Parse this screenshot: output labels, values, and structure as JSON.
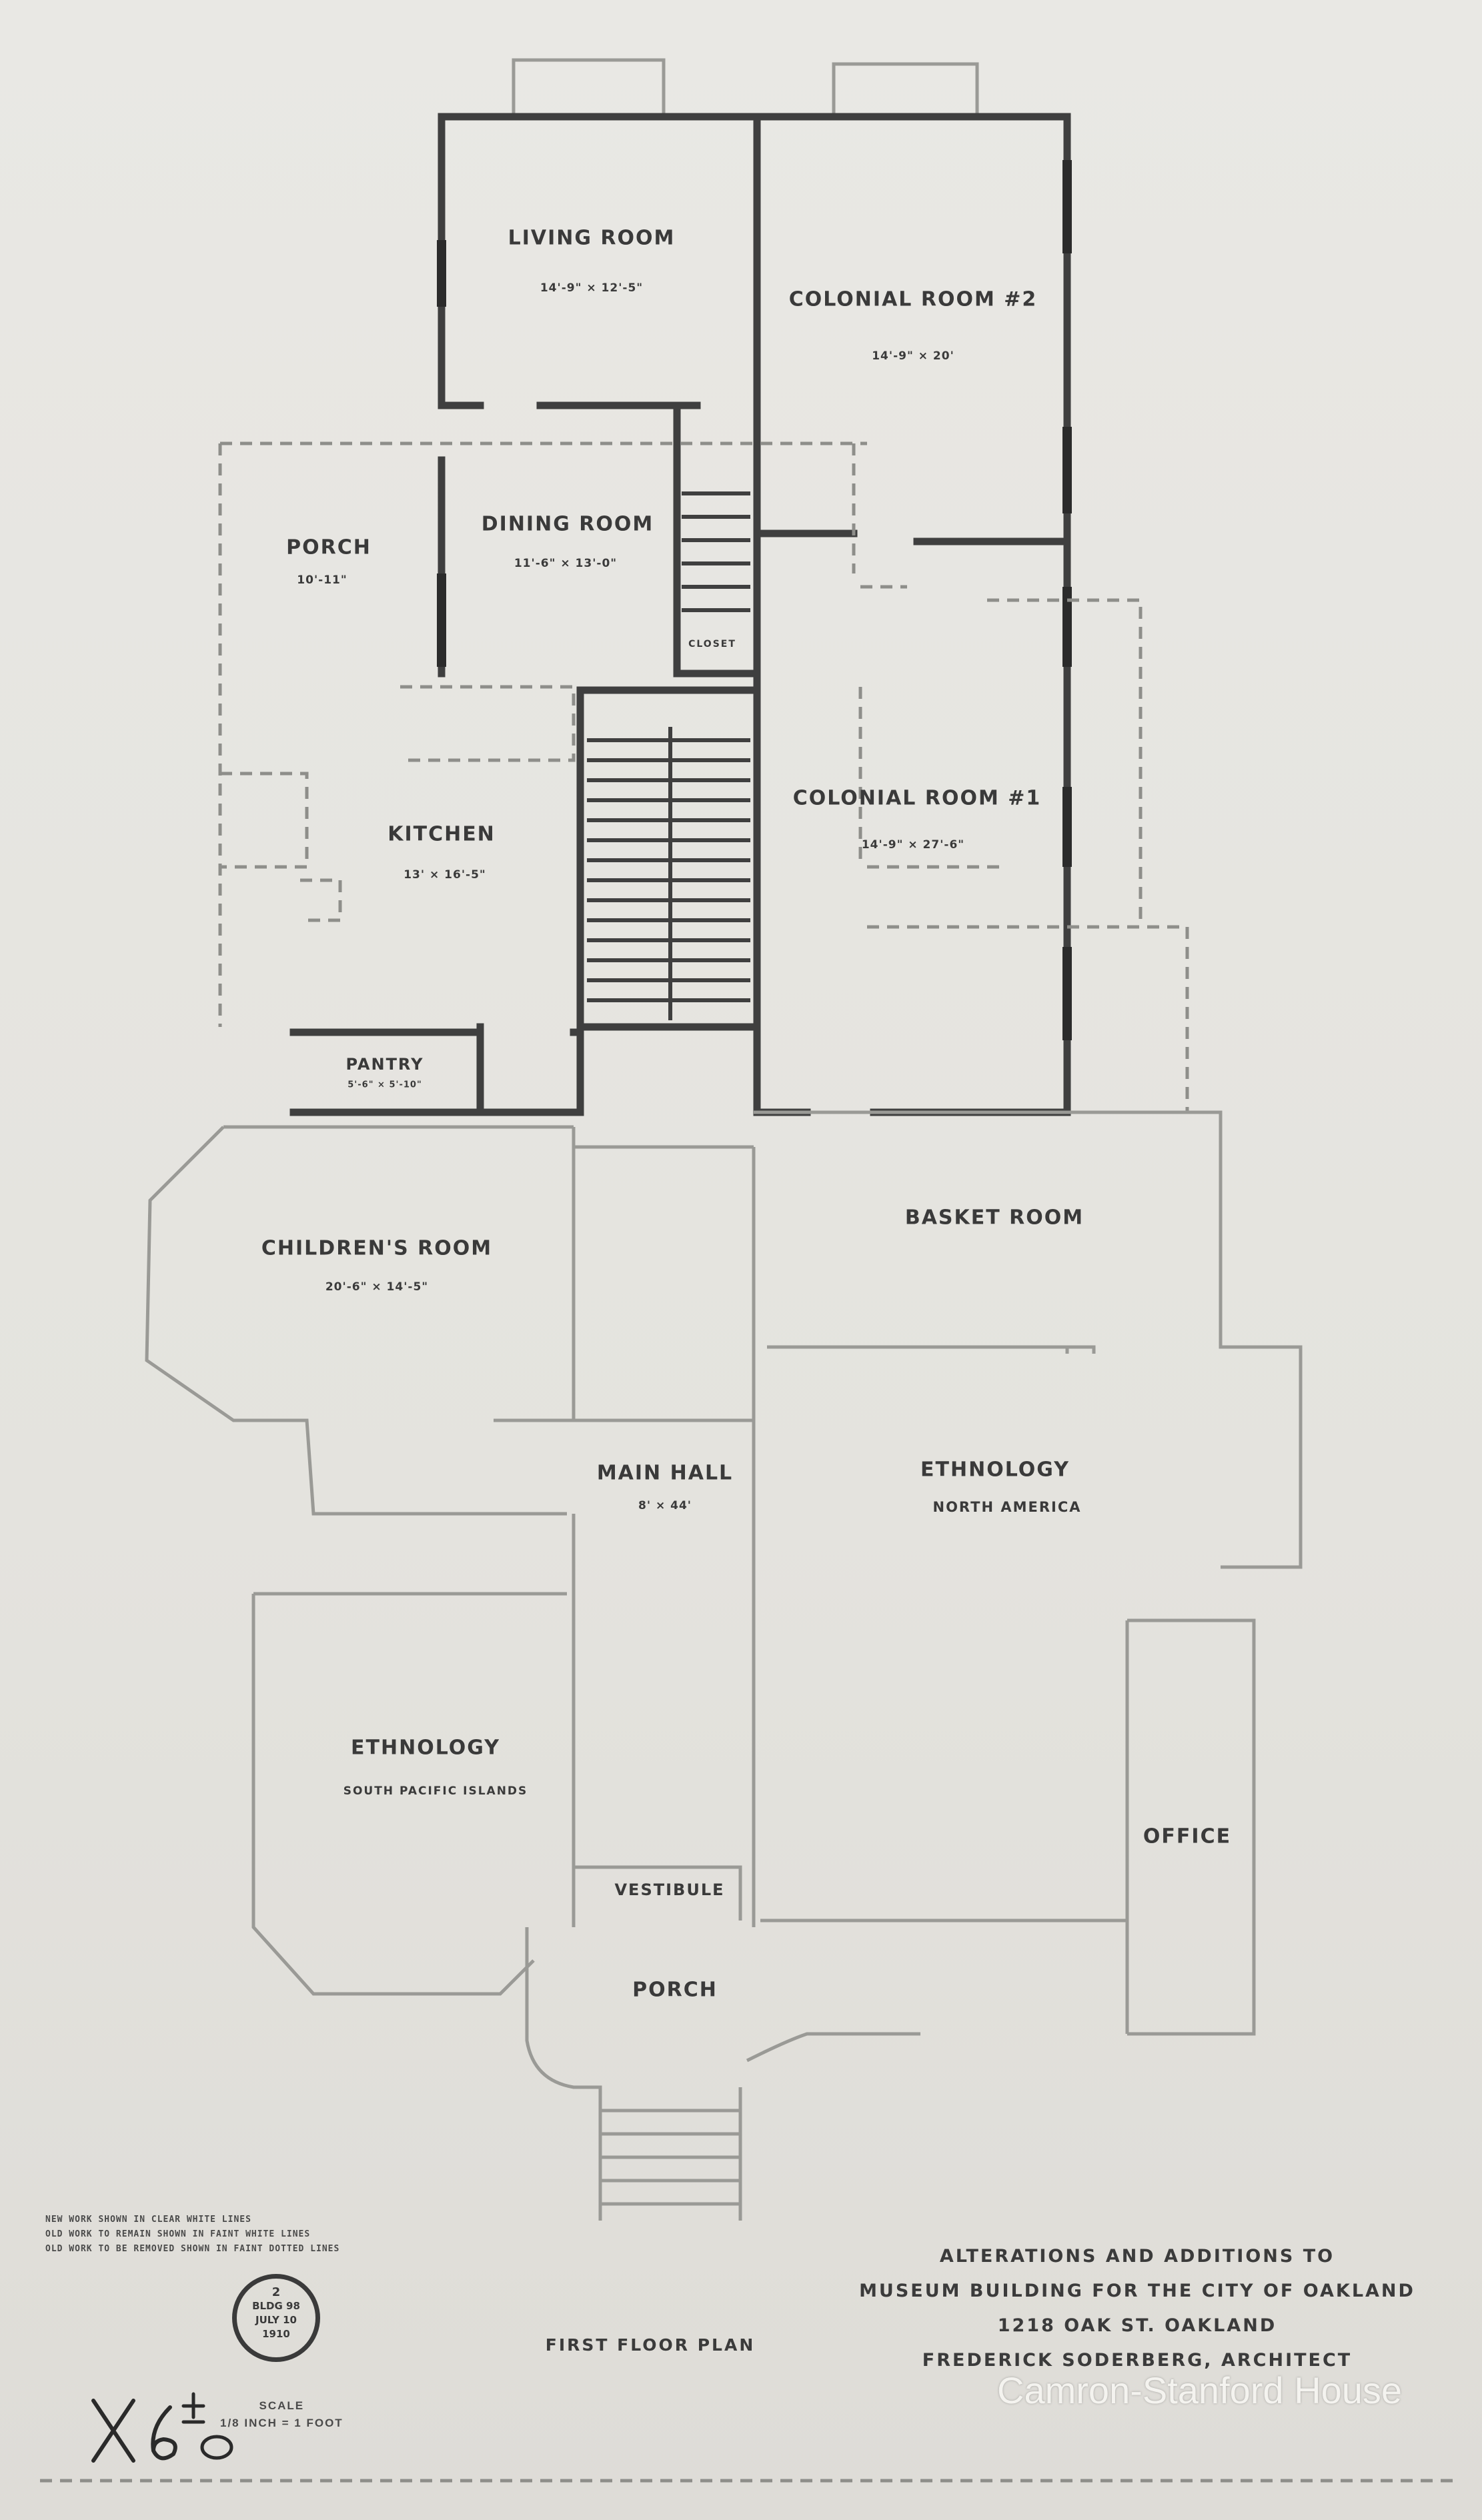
{
  "rooms": {
    "living_room": {
      "name": "LIVING ROOM",
      "size": "14'-9\" × 12'-5\""
    },
    "colonial_room_2": {
      "name": "COLONIAL ROOM #2",
      "size": "14'-9\" × 20'"
    },
    "porch_rear": {
      "name": "PORCH",
      "size": "10'-11\""
    },
    "dining_room": {
      "name": "DINING ROOM",
      "size": "11'-6\" × 13'-0\""
    },
    "kitchen": {
      "name": "KITCHEN",
      "size": "13' × 16'-5\""
    },
    "colonial_room_1": {
      "name": "COLONIAL ROOM #1",
      "size": "14'-9\" × 27'-6\""
    },
    "pantry": {
      "name": "PANTRY",
      "size": "5'-6\" × 5'-10\""
    },
    "childrens_room": {
      "name": "CHILDREN'S ROOM",
      "size": "20'-6\" × 14'-5\""
    },
    "basket_room": {
      "name": "BASKET ROOM"
    },
    "main_hall": {
      "name": "MAIN HALL",
      "size": "8' × 44'"
    },
    "ethnology_na": {
      "name": "ETHNOLOGY",
      "sub": "NORTH AMERICA"
    },
    "ethnology_sp": {
      "name": "ETHNOLOGY",
      "sub": "SOUTH PACIFIC ISLANDS"
    },
    "office": {
      "name": "OFFICE"
    },
    "vestibule": {
      "name": "VESTIBULE"
    },
    "porch_front": {
      "name": "PORCH"
    },
    "closet": {
      "name": "CLOSET"
    }
  },
  "legend": [
    "NEW WORK SHOWN IN CLEAR WHITE LINES",
    "OLD WORK TO REMAIN SHOWN IN FAINT WHITE LINES",
    "OLD WORK TO BE REMOVED SHOWN IN FAINT DOTTED LINES"
  ],
  "stamp": {
    "number": "2",
    "line1": "BLDG 98",
    "line2": "JULY 10",
    "line3": "1910"
  },
  "scale": {
    "label": "SCALE",
    "value": "1/8 INCH = 1 FOOT"
  },
  "plan_title": "FIRST FLOOR PLAN",
  "title_block": [
    "ALTERATIONS AND ADDITIONS TO",
    "MUSEUM BUILDING FOR THE CITY OF OAKLAND",
    "1218 OAK ST. OAKLAND",
    "FREDERICK SODERBERG, ARCHITECT"
  ],
  "handwritten_note": "X6±",
  "watermark": "Camron-Stanford House"
}
